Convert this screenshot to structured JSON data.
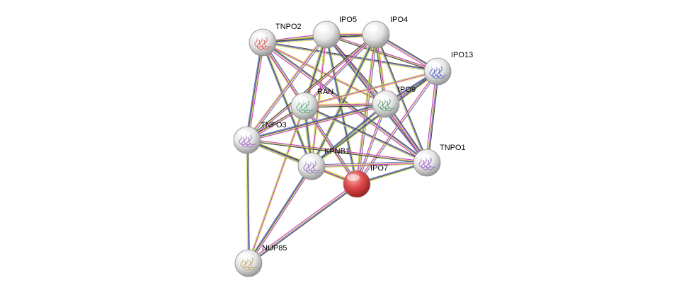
{
  "network": {
    "nodes": [
      {
        "id": "TNPO2",
        "label": "TNPO2",
        "fill": "#ffffff",
        "glyph": "#d94a4a"
      },
      {
        "id": "IPO5",
        "label": "IPO5",
        "fill": "#ffffff",
        "glyph": ""
      },
      {
        "id": "IPO4",
        "label": "IPO4",
        "fill": "#ffffff",
        "glyph": ""
      },
      {
        "id": "IPO13",
        "label": "IPO13",
        "fill": "#ffffff",
        "glyph": "#4b56c9"
      },
      {
        "id": "RAN",
        "label": "RAN",
        "fill": "#ffffff",
        "glyph": "#3aa66b"
      },
      {
        "id": "IPO9",
        "label": "IPO9",
        "fill": "#ffffff",
        "glyph": "#4a9a6a"
      },
      {
        "id": "TNPO3",
        "label": "TNPO3",
        "fill": "#ffffff",
        "glyph": "#9b5bc9"
      },
      {
        "id": "KPNB1",
        "label": "KPNB1",
        "fill": "#ffffff",
        "glyph": "#8a5fb8"
      },
      {
        "id": "TNPO1",
        "label": "TNPO1",
        "fill": "#ffffff",
        "glyph": "#9b5bc9"
      },
      {
        "id": "IPO7",
        "label": "IPO7",
        "fill": "#e04848",
        "glyph": ""
      },
      {
        "id": "NUP85",
        "label": "NUP85",
        "fill": "#ffffff",
        "glyph": "#b59a55"
      }
    ],
    "edge_colors": [
      "#cc22cc",
      "#b5d34a",
      "#333333",
      "#5566cc",
      "#e8e35a"
    ],
    "edges": [
      [
        "TNPO2",
        "IPO5"
      ],
      [
        "TNPO2",
        "IPO4"
      ],
      [
        "TNPO2",
        "IPO13"
      ],
      [
        "TNPO2",
        "RAN"
      ],
      [
        "TNPO2",
        "IPO9"
      ],
      [
        "TNPO2",
        "TNPO3"
      ],
      [
        "TNPO2",
        "KPNB1"
      ],
      [
        "TNPO2",
        "TNPO1"
      ],
      [
        "TNPO2",
        "IPO7"
      ],
      [
        "IPO5",
        "IPO4"
      ],
      [
        "IPO5",
        "IPO13"
      ],
      [
        "IPO5",
        "RAN"
      ],
      [
        "IPO5",
        "IPO9"
      ],
      [
        "IPO5",
        "TNPO3"
      ],
      [
        "IPO5",
        "KPNB1"
      ],
      [
        "IPO5",
        "TNPO1"
      ],
      [
        "IPO5",
        "IPO7"
      ],
      [
        "IPO4",
        "IPO13"
      ],
      [
        "IPO4",
        "RAN"
      ],
      [
        "IPO4",
        "IPO9"
      ],
      [
        "IPO4",
        "TNPO3"
      ],
      [
        "IPO4",
        "KPNB1"
      ],
      [
        "IPO4",
        "TNPO1"
      ],
      [
        "IPO4",
        "IPO7"
      ],
      [
        "IPO13",
        "RAN"
      ],
      [
        "IPO13",
        "IPO9"
      ],
      [
        "IPO13",
        "KPNB1"
      ],
      [
        "IPO13",
        "TNPO1"
      ],
      [
        "IPO13",
        "IPO7"
      ],
      [
        "RAN",
        "IPO9"
      ],
      [
        "RAN",
        "TNPO3"
      ],
      [
        "RAN",
        "KPNB1"
      ],
      [
        "RAN",
        "TNPO1"
      ],
      [
        "RAN",
        "IPO7"
      ],
      [
        "RAN",
        "NUP85"
      ],
      [
        "IPO9",
        "TNPO3"
      ],
      [
        "IPO9",
        "KPNB1"
      ],
      [
        "IPO9",
        "TNPO1"
      ],
      [
        "IPO9",
        "IPO7"
      ],
      [
        "TNPO3",
        "KPNB1"
      ],
      [
        "TNPO3",
        "TNPO1"
      ],
      [
        "TNPO3",
        "IPO7"
      ],
      [
        "TNPO3",
        "NUP85"
      ],
      [
        "KPNB1",
        "TNPO1"
      ],
      [
        "KPNB1",
        "IPO7"
      ],
      [
        "KPNB1",
        "NUP85"
      ],
      [
        "TNPO1",
        "IPO7"
      ],
      [
        "IPO7",
        "NUP85"
      ]
    ]
  }
}
